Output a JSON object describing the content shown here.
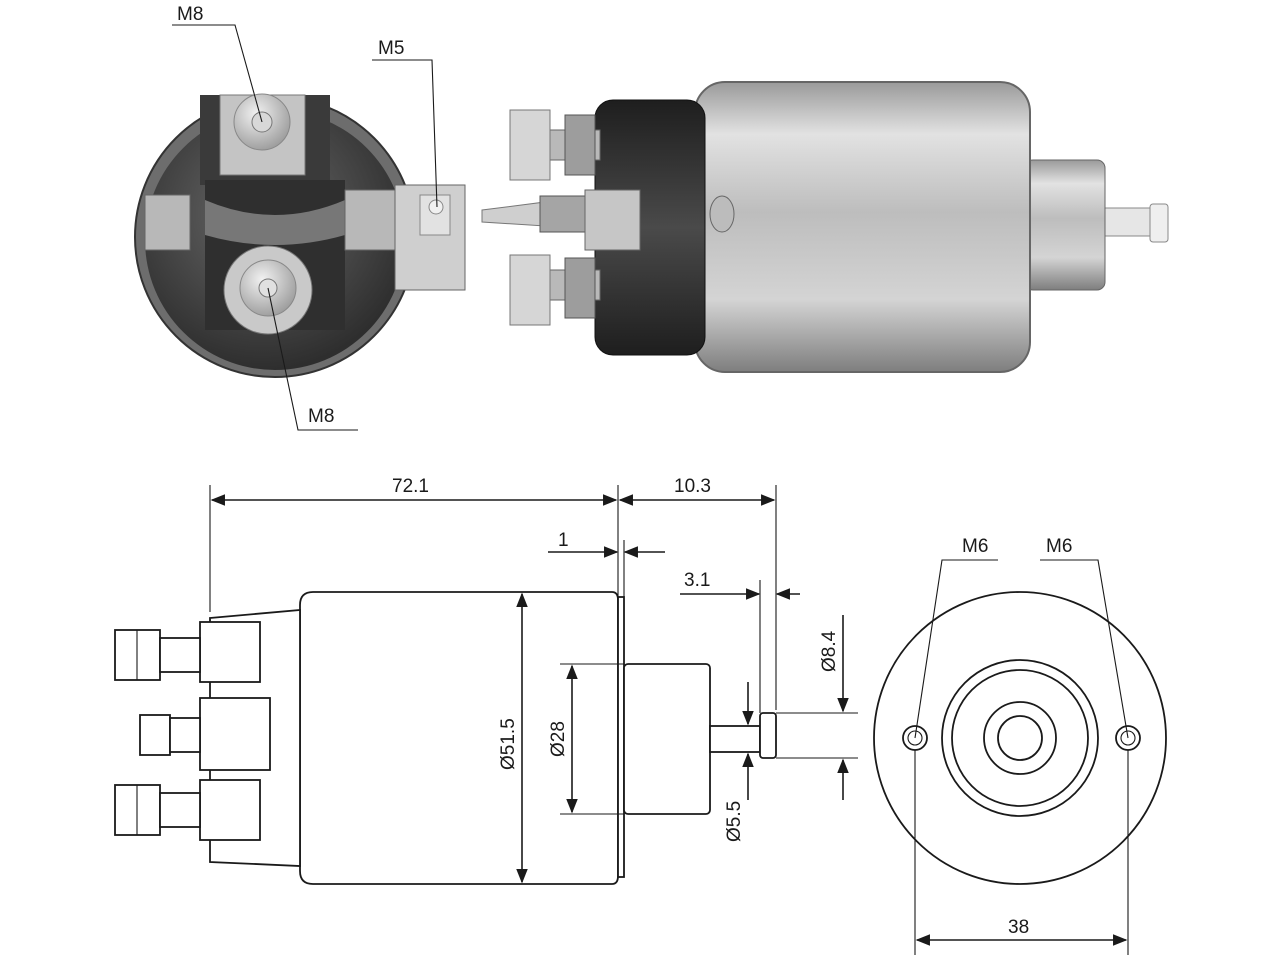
{
  "callouts": {
    "photo_end_top_terminal": "M8",
    "photo_end_control_terminal": "M5",
    "photo_end_bottom_terminal": "M8"
  },
  "dimensions": {
    "body_length": "72.1",
    "plunger_protrusion": "10.3",
    "flange_thickness": "1",
    "plunger_tip_length": "3.1",
    "body_diameter": "Ø51.5",
    "boss_diameter": "Ø28",
    "tip_diameter": "Ø8.4",
    "shaft_diameter": "Ø5.5",
    "mount_hole_left": "M6",
    "mount_hole_right": "M6",
    "mount_spacing": "38"
  },
  "colors": {
    "line": "#1a1a1a",
    "metal_light": "#d8d8d8",
    "metal_mid": "#a9a9a9",
    "metal_dark": "#555555",
    "cap_black": "#2a2a2a"
  }
}
